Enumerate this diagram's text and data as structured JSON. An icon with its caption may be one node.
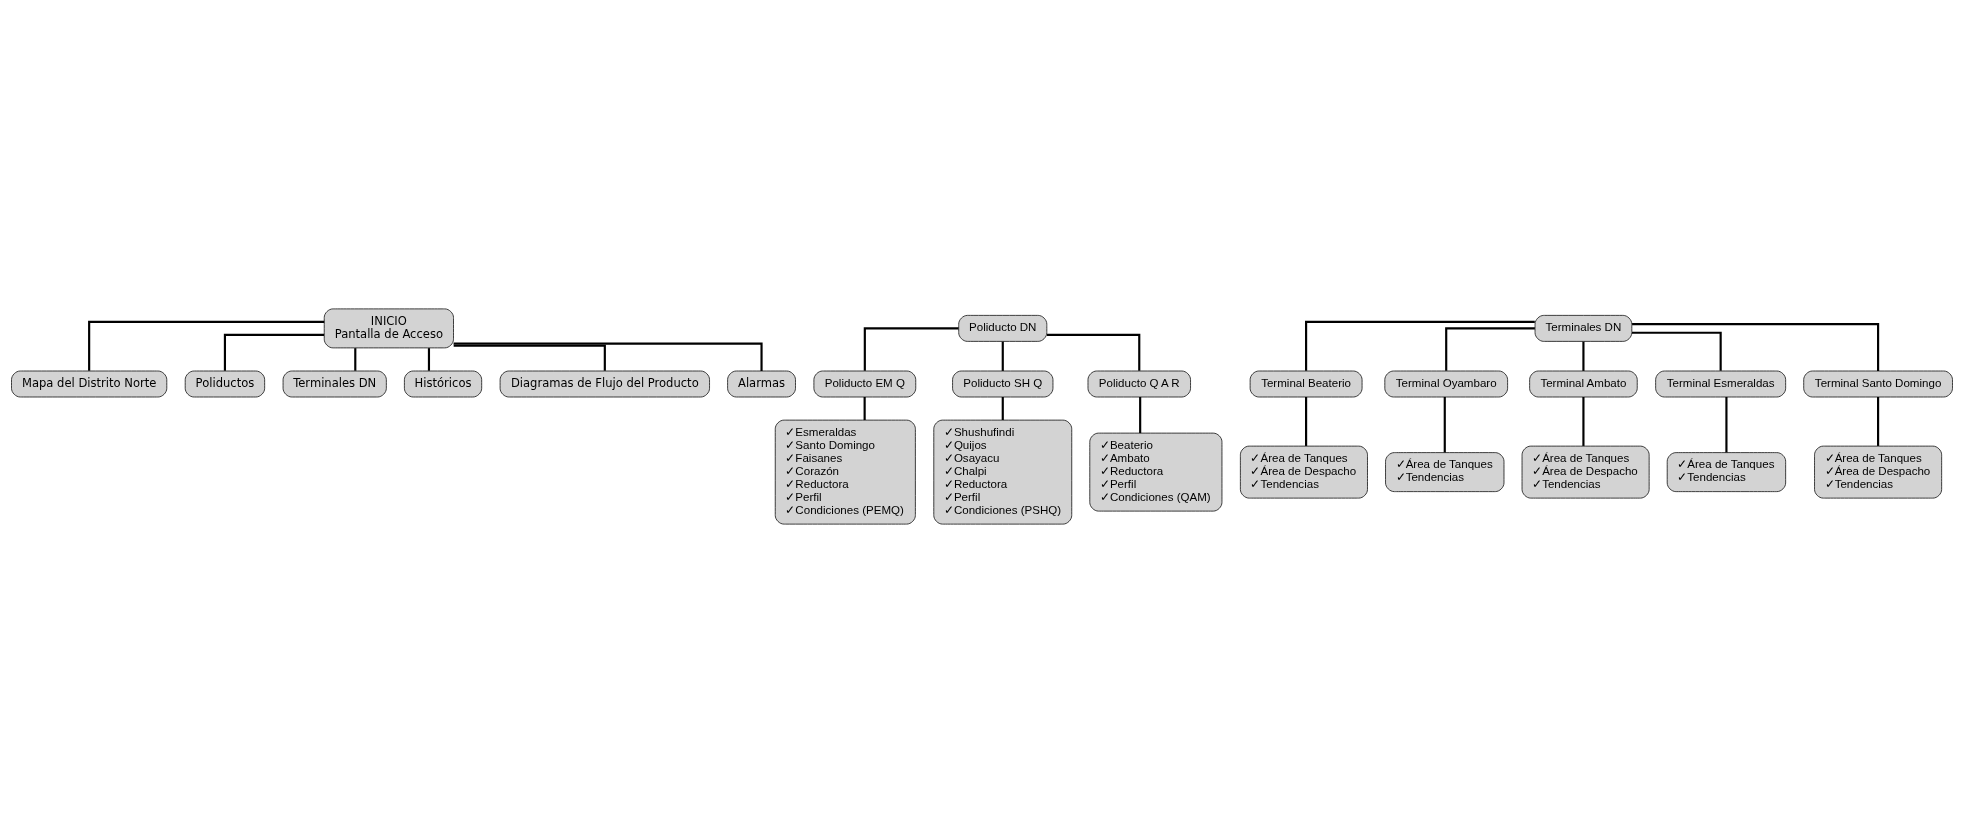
{
  "diagram": {
    "nodes": [
      {
        "text": [
          "INICIO",
          "Pantalla de Acceso"
        ]
      },
      {
        "text": [
          "Mapa del Distrito Norte"
        ]
      },
      {
        "text": [
          "Poliductos"
        ]
      },
      {
        "text": [
          "Terminales DN"
        ]
      },
      {
        "text": [
          "Históricos"
        ]
      },
      {
        "text": [
          "Diagramas de Flujo del Producto"
        ]
      },
      {
        "text": [
          "Alarmas"
        ]
      },
      {
        "text": [
          "Poliducto DN"
        ]
      },
      {
        "text": [
          "Poliducto EM Q"
        ]
      },
      {
        "text": [
          "Poliducto SH Q"
        ]
      },
      {
        "text": [
          "Poliducto Q A R"
        ]
      },
      {
        "text": [
          "✓Esmeraldas",
          "✓Santo Domingo",
          "✓Faisanes",
          "✓Corazón",
          "✓Reductora",
          "✓Perfil",
          "✓Condiciones (PEMQ)"
        ]
      },
      {
        "text": [
          "✓Shushufindi",
          "✓Quijos",
          "✓Osayacu",
          "✓Chalpi",
          "✓Reductora",
          "✓Perfil",
          "✓Condiciones (PSHQ)"
        ]
      },
      {
        "text": [
          "✓Beaterio",
          "✓Ambato",
          "✓Reductora",
          "✓Perfil",
          "✓Condiciones (QAM)"
        ]
      },
      {
        "text": [
          "Terminales DN"
        ]
      },
      {
        "text": [
          "Terminal Beaterio"
        ]
      },
      {
        "text": [
          "Terminal Oyambaro"
        ]
      },
      {
        "text": [
          "Terminal Ambato"
        ]
      },
      {
        "text": [
          "Terminal Esmeraldas"
        ]
      },
      {
        "text": [
          "Terminal Santo Domingo"
        ]
      },
      {
        "text": [
          "✓Área de Tanques",
          "✓Área de Despacho",
          "✓Tendencias"
        ]
      },
      {
        "text": [
          "✓Área de Tanques",
          "✓Tendencias"
        ]
      },
      {
        "text": [
          "✓Área de Tanques",
          "✓Área de Despacho",
          "✓Tendencias"
        ]
      },
      {
        "text": [
          "✓Área de Tanques",
          "✓Tendencias"
        ]
      },
      {
        "text": [
          "✓Área de Tanques",
          "✓Área de Despacho",
          "✓Tendencias"
        ]
      }
    ],
    "edges": [
      {
        "from": 0,
        "to": 1,
        "arrow": "none"
      },
      {
        "from": 0,
        "to": 2,
        "arrow": "none"
      },
      {
        "from": 0,
        "to": 3,
        "arrow": "none"
      },
      {
        "from": 0,
        "to": 4,
        "arrow": "none"
      },
      {
        "from": 0,
        "to": 5,
        "arrow": "none"
      },
      {
        "from": 0,
        "to": 6,
        "arrow": "none"
      },
      {
        "from": 7,
        "to": 8,
        "arrow": "none"
      },
      {
        "from": 7,
        "to": 9,
        "arrow": "none"
      },
      {
        "from": 7,
        "to": 10,
        "arrow": "none"
      },
      {
        "from": 8,
        "to": 11,
        "arrow": "none"
      },
      {
        "from": 9,
        "to": 12,
        "arrow": "none"
      },
      {
        "from": 10,
        "to": 13,
        "arrow": "none"
      },
      {
        "from": 14,
        "to": 15,
        "arrow": "none"
      },
      {
        "from": 14,
        "to": 16,
        "arrow": "none"
      },
      {
        "from": 14,
        "to": 17,
        "arrow": "none"
      },
      {
        "from": 14,
        "to": 18,
        "arrow": "none"
      },
      {
        "from": 14,
        "to": 19,
        "arrow": "none"
      },
      {
        "from": 15,
        "to": 20,
        "arrow": "none"
      },
      {
        "from": 16,
        "to": 21,
        "arrow": "none"
      },
      {
        "from": 17,
        "to": 22,
        "arrow": "none"
      },
      {
        "from": 18,
        "to": 23,
        "arrow": "none"
      },
      {
        "from": 19,
        "to": 24,
        "arrow": "none"
      }
    ]
  }
}
